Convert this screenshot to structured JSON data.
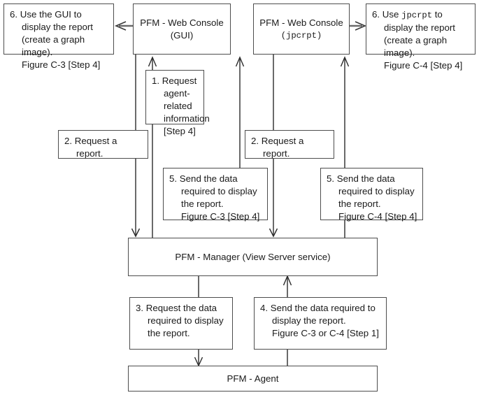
{
  "diagram": {
    "title": "PFM report display flow",
    "colors": {
      "box_border": "#4d4d4d",
      "line": "#2b2b2b",
      "thick_line": "#6b6b6b",
      "background": "#ffffff",
      "text": "#1a1a1a"
    }
  },
  "nodes": {
    "note_step6_gui": {
      "text": "6. Use the GUI to display the report (create a graph image).\nFigure C-3 [Step 4]"
    },
    "console_gui": {
      "line1": "PFM - Web Console",
      "line2": "(GUI)"
    },
    "console_jpcrpt": {
      "line1": "PFM - Web Console",
      "line2": "(jpcrpt)"
    },
    "note_step6_jpcrpt": {
      "prefix": "6. Use ",
      "mono": "jpcrpt",
      "suffix": " to display the report (create a graph image).\nFigure C-4 [Step 4]"
    },
    "note_step1": {
      "text": "1. Request agent-related information [Step 4]"
    },
    "note_step2_left": {
      "text": "2. Request a report."
    },
    "note_step2_right": {
      "text": "2. Request a report."
    },
    "note_step5_left": {
      "text": "5. Send the data required to display the report.\nFigure C-3 [Step 4]"
    },
    "note_step5_right": {
      "text": "5. Send the data required to display the report.\nFigure C-4 [Step 4]"
    },
    "manager": {
      "text": "PFM - Manager (View Server service)"
    },
    "note_step3": {
      "text": "3. Request the data required to display the report."
    },
    "note_step4": {
      "text": "4. Send the data required to display the report.\nFigure C-3 or C-4 [Step 1]"
    },
    "agent": {
      "text": "PFM - Agent"
    }
  }
}
